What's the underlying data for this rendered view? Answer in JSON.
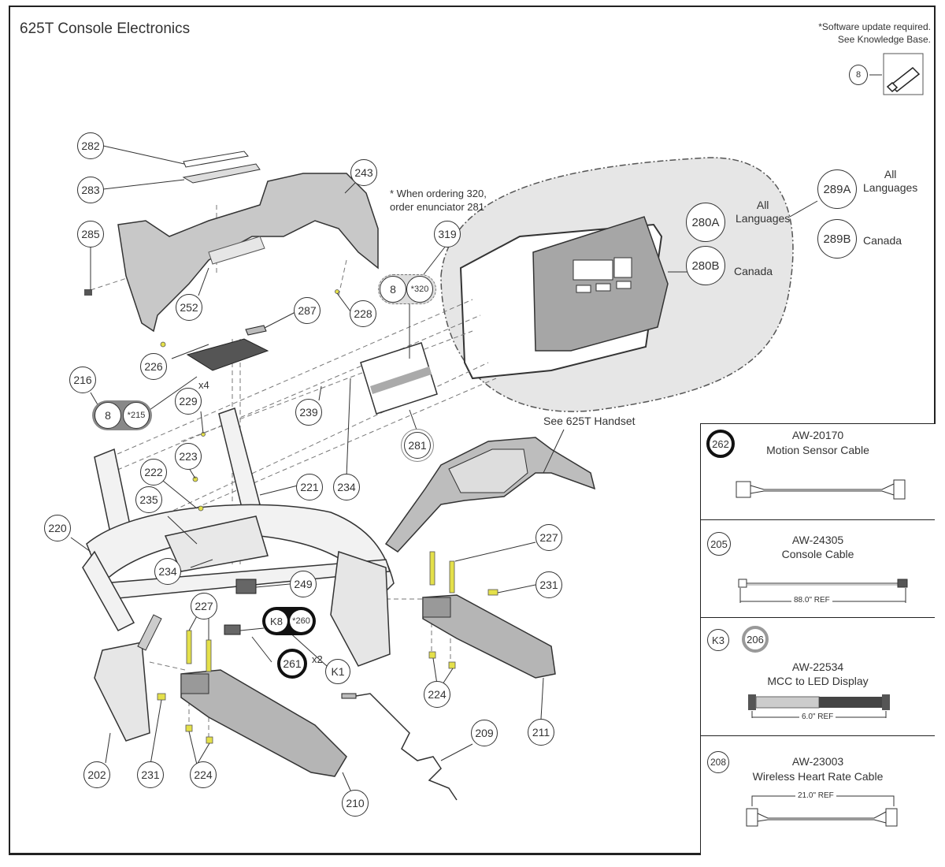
{
  "title": "625T Console Electronics",
  "software_note": {
    "line1": "*Software update required.",
    "line2": "See Knowledge Base.",
    "usb_callout": "8",
    "icon": "usb-drive-icon"
  },
  "notes": {
    "ordering_line1": "* When ordering 320,",
    "ordering_line2": "order enunciator 281",
    "handset": "See 625T Handset",
    "x4": "x4",
    "x2": "x2"
  },
  "overlays": {
    "all_languages_1": "All",
    "all_languages_2": "Languages",
    "canada": "Canada"
  },
  "callouts": {
    "c282": "282",
    "c283": "283",
    "c243": "243",
    "c285": "285",
    "c252": "252",
    "c287": "287",
    "c228": "228",
    "c226": "226",
    "c216": "216",
    "c8a": "8",
    "c215": "*215",
    "c229": "229",
    "c239": "239",
    "c223": "223",
    "c222": "222",
    "c221": "221",
    "c234a": "234",
    "c234b": "234",
    "c235": "235",
    "c220": "220",
    "c249": "249",
    "c227a": "227",
    "c227b": "227",
    "c231a": "231",
    "c231b": "231",
    "cK8": "K8",
    "c260": "*260",
    "c261": "261",
    "cK1": "K1",
    "c202": "202",
    "c224a": "224",
    "c224b": "224",
    "c210": "210",
    "c209": "209",
    "c211": "211",
    "c319": "319",
    "c8b": "8",
    "c320": "*320",
    "c281": "281",
    "c280A": "280A",
    "c280B": "280B",
    "c289A": "289A",
    "c289B": "289B"
  },
  "cables": [
    {
      "callouts": [
        "262"
      ],
      "part_number": "AW-20170",
      "name": "Motion Sensor Cable",
      "ref": ""
    },
    {
      "callouts": [
        "205"
      ],
      "part_number": "AW-24305",
      "name": "Console Cable",
      "ref": "88.0\" REF"
    },
    {
      "callouts": [
        "K3",
        "206"
      ],
      "part_number": "AW-22534",
      "name": "MCC to LED Display",
      "ref": "6.0\" REF"
    },
    {
      "callouts": [
        "208"
      ],
      "part_number": "AW-23003",
      "name": "Wireless Heart Rate Cable",
      "ref": "21.0\" REF",
      "highlight_arrow": true
    }
  ],
  "colors": {
    "part_fill": "#c8c8c8",
    "dark_part": "#9a9a9a",
    "hardware_yellow": "#e4e04a",
    "highlight_arrow": "#e01b1b",
    "bubble_fill": "#e6e6e6"
  }
}
